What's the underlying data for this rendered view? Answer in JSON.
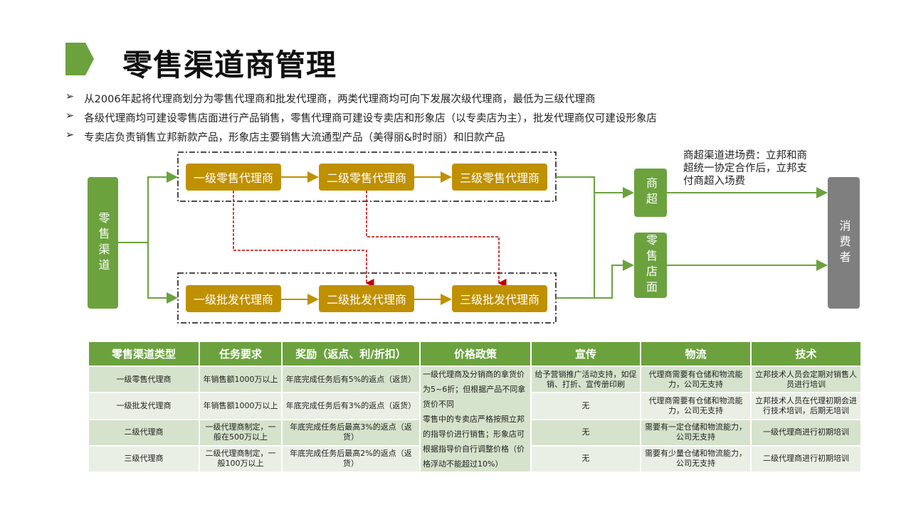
{
  "title": "零售渠道商管理",
  "bullets": [
    "从2006年起将代理商划分为零售代理商和批发代理商，两类代理商均可向下发展次级代理商，最低为三级代理商",
    "各级代理商均可建设零售店面进行产品销售，零售代理商可建设专卖店和形象店（以专卖店为主），批发代理商仅可建设形象店",
    "专卖店负责销售立邦新款产品，形象店主要销售大流通型产品（美得丽&时时丽）和旧款产品"
  ],
  "bullet_marker": "➢",
  "diagram": {
    "source": "零售渠道",
    "retail": [
      "一级零售代理商",
      "二级零售代理商",
      "三级零售代理商"
    ],
    "wholesale": [
      "一级批发代理商",
      "二级批发代理商",
      "三级批发代理商"
    ],
    "supermarket": "商超",
    "store": "零售店面",
    "consumer": "消费者",
    "note": "商超渠道进场费：立邦和商超统一协定合作后，立邦支付商超入场费"
  },
  "colors": {
    "green": "#6BA23E",
    "gold": "#BF9000",
    "grey": "#7F7F7F",
    "red": "#C00000"
  },
  "table": {
    "headers": [
      "零售渠道类型",
      "任务要求",
      "奖励（返点、利/折扣）",
      "价格政策",
      "宣传",
      "物流",
      "技术"
    ],
    "price_policy": [
      "一级代理商及分销商的拿货价为5~6折；但根据产品不同拿货价不同",
      "零售中的专卖店严格按照立邦的指导价进行销售；形象店可根据指导价自行调整价格（价格浮动不能超过10%）"
    ],
    "rows": [
      {
        "type": "一级零售代理商",
        "task": "年销售额1000万以上",
        "reward": "年底完成任务后有5%的返点（返货）",
        "promo": "给予营销推广活动支持，如促销、打折、宣传册印刷",
        "logistics": "代理商需要有仓储和物流能力，公司无支持",
        "tech": "立邦技术人员会定期对销售人员进行培训"
      },
      {
        "type": "一级批发代理商",
        "task": "年销售额1000万以上",
        "reward": "年底完成任务后有3%的返点（返货）",
        "promo": "无",
        "logistics": "代理商需要有仓储和物流能力，公司无支持",
        "tech": "立邦技术人员在代理初期会进行技术培训，后期无培训"
      },
      {
        "type": "二级代理商",
        "task": "一级代理商制定，一般在500万以上",
        "reward": "年底完成任务后最高3%的返点（返货）",
        "promo": "无",
        "logistics": "需要有一定仓储和物流能力，公司无支持",
        "tech": "一级代理商进行初期培训"
      },
      {
        "type": "三级代理商",
        "task": "二级代理商制定，一般100万以上",
        "reward": "年底完成任务后最高2%的返点（返货）",
        "promo": "无",
        "logistics": "需要有少量仓储和物流能力，公司无支持",
        "tech": "二级代理商进行初期培训"
      }
    ]
  }
}
